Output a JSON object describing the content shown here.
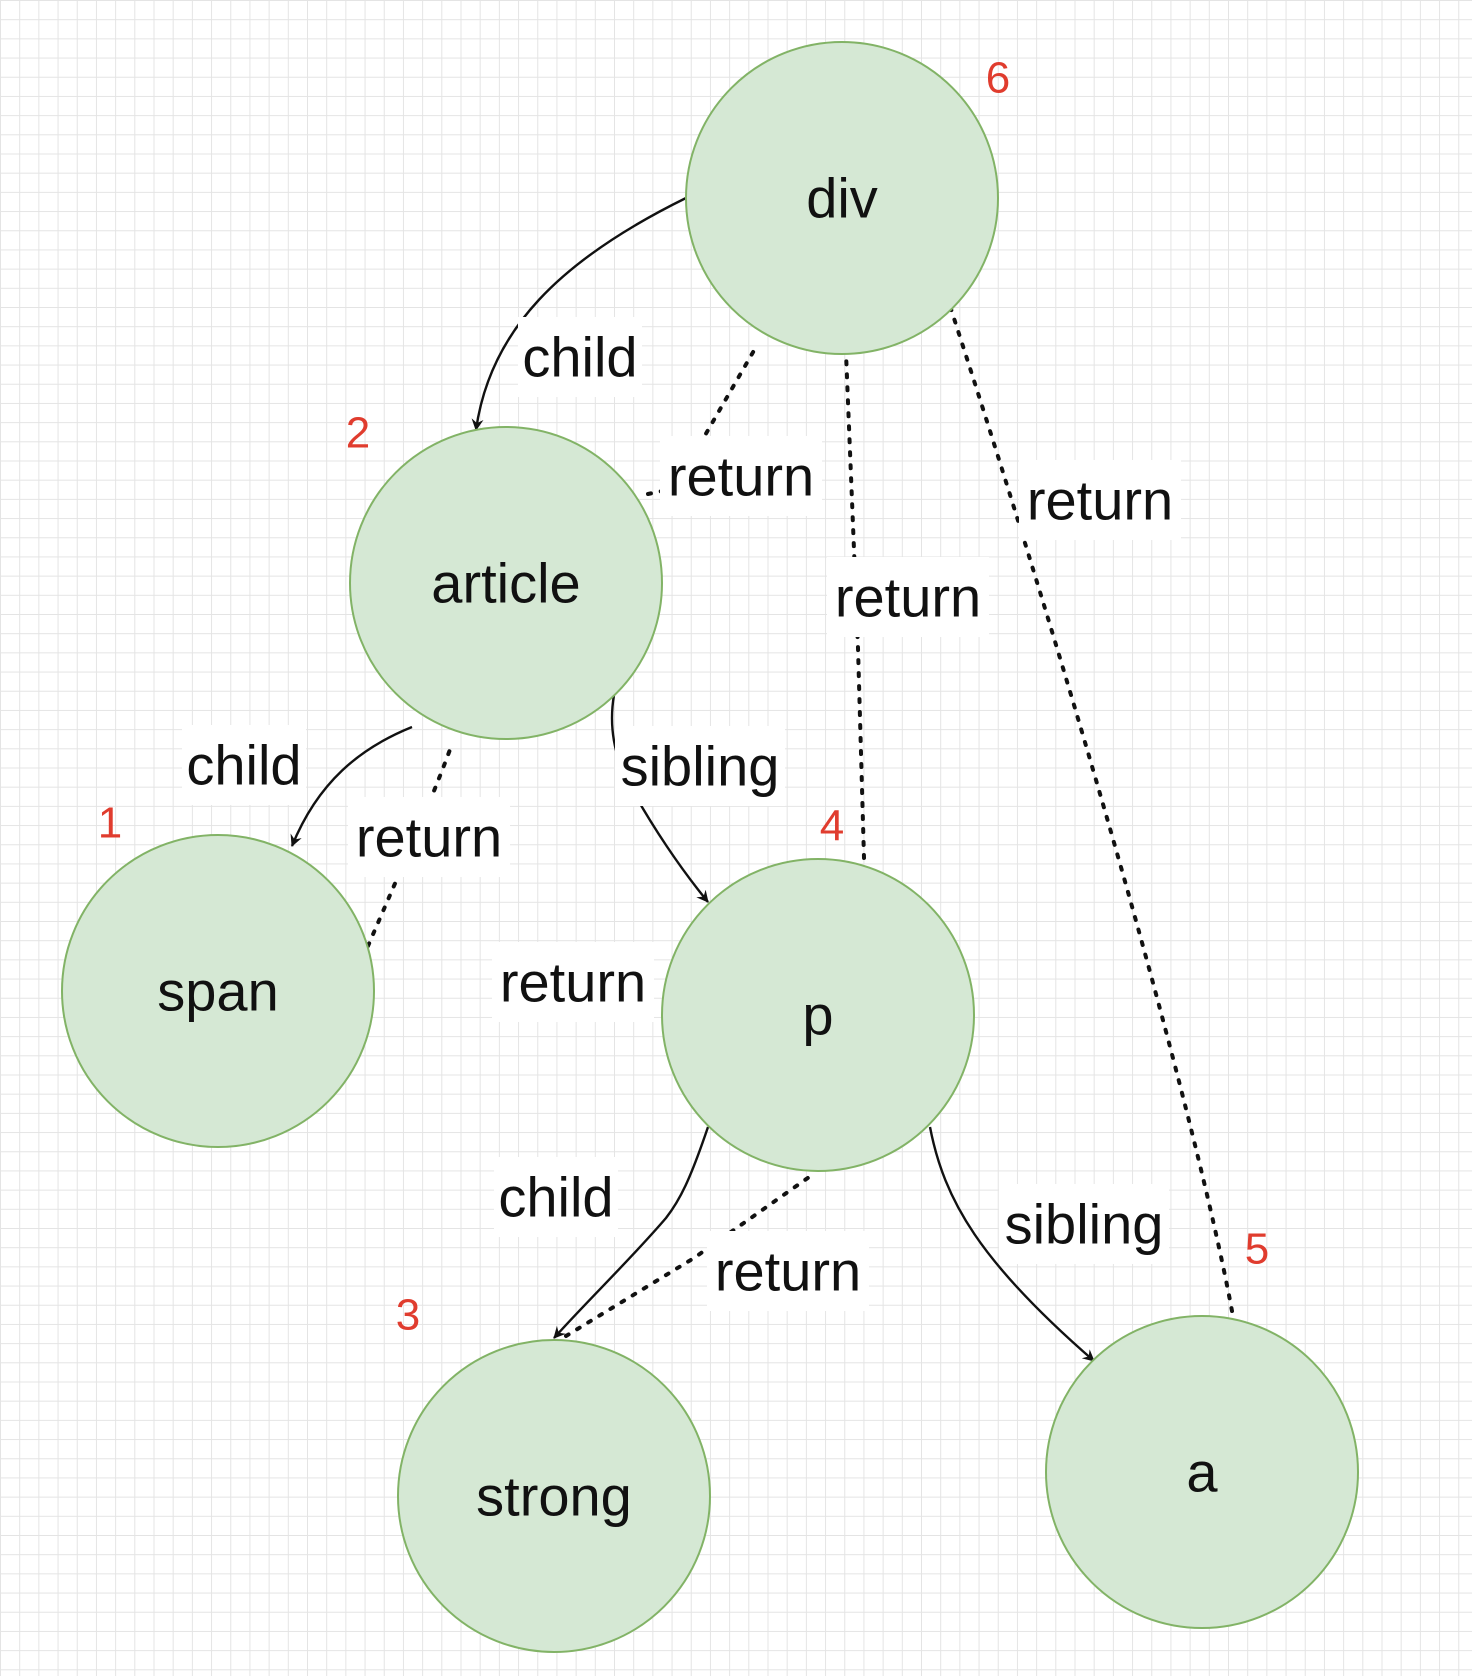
{
  "colors": {
    "node_fill": "#d5e8d4",
    "node_stroke": "#82b366",
    "order_number": "#e03c2e",
    "edge": "#111111"
  },
  "nodes": [
    {
      "id": "div",
      "label": "div",
      "order": "6"
    },
    {
      "id": "article",
      "label": "article",
      "order": "2"
    },
    {
      "id": "span",
      "label": "span",
      "order": "1"
    },
    {
      "id": "p",
      "label": "p",
      "order": "4"
    },
    {
      "id": "strong",
      "label": "strong",
      "order": "3"
    },
    {
      "id": "a",
      "label": "a",
      "order": "5"
    }
  ],
  "edges": [
    {
      "id": "div-article-child",
      "from": "div",
      "to": "article",
      "style": "solid",
      "label": "child"
    },
    {
      "id": "article-div-return",
      "from": "article",
      "to": "div",
      "style": "dotted",
      "label": "return"
    },
    {
      "id": "article-span-child",
      "from": "article",
      "to": "span",
      "style": "solid",
      "label": "child"
    },
    {
      "id": "span-article-return",
      "from": "span",
      "to": "article",
      "style": "dotted",
      "label": "return"
    },
    {
      "id": "article-p-sibling",
      "from": "article",
      "to": "p",
      "style": "solid",
      "label": "sibling"
    },
    {
      "id": "p-div-return",
      "from": "p",
      "to": "div",
      "style": "dotted",
      "label": "return"
    },
    {
      "id": "p-article-return",
      "from": "p",
      "to": "article",
      "style": "none",
      "label": "return"
    },
    {
      "id": "p-strong-child",
      "from": "p",
      "to": "strong",
      "style": "solid",
      "label": "child"
    },
    {
      "id": "strong-p-return",
      "from": "strong",
      "to": "p",
      "style": "dotted",
      "label": "return"
    },
    {
      "id": "p-a-sibling",
      "from": "p",
      "to": "a",
      "style": "solid",
      "label": "sibling"
    },
    {
      "id": "a-div-return",
      "from": "a",
      "to": "div",
      "style": "dotted",
      "label": "return"
    }
  ]
}
